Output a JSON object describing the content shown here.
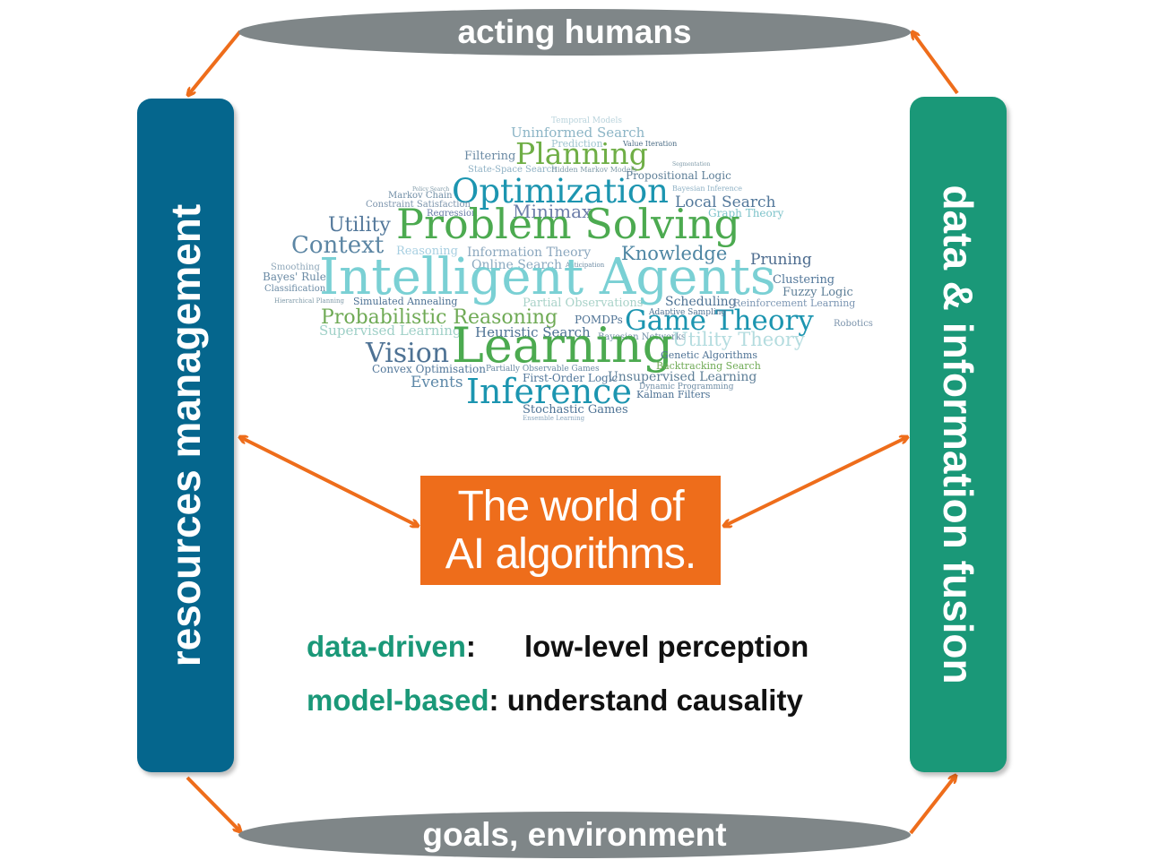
{
  "top": {
    "label": "acting humans"
  },
  "bottom": {
    "label": "goals, environment"
  },
  "left": {
    "label": "resources management"
  },
  "right": {
    "label": "data & information fusion"
  },
  "center": {
    "line1": "The world of",
    "line2": "AI algorithms."
  },
  "approaches": [
    {
      "key": "data-driven",
      "sep": ":",
      "value": "low-level perception"
    },
    {
      "key": "model-based",
      "sep": ":",
      "value": "understand causality"
    }
  ],
  "colors": {
    "ellipse": "#7f8688",
    "left_bar": "#05668d",
    "right_bar": "#1a9878",
    "center_box": "#ee6d1b",
    "arrow": "#ee6d1b",
    "key_text": "#1a9878"
  },
  "wordcloud": [
    "Temporal Models",
    "Uninformed Search",
    "Prediction",
    "Value Iteration",
    "Filtering",
    "Planning",
    "Segmentation",
    "State-Space Search",
    "Hidden Markov Models",
    "Propositional Logic",
    "Policy Search",
    "Optimization",
    "Bayesian Inference",
    "Markov Chain",
    "Local Search",
    "Constraint Satisfaction",
    "Minimax",
    "Regression",
    "Graph Theory",
    "Utility",
    "Problem Solving",
    "Context",
    "Reasoning",
    "Information Theory",
    "Knowledge",
    "Pruning",
    "Smoothing",
    "Online Search",
    "Anticipation",
    "Intelligent Agents",
    "Bayes' Rule",
    "Clustering",
    "Classification",
    "Fuzzy Logic",
    "Simulated Annealing",
    "Partial Observations",
    "Scheduling",
    "Reinforcement Learning",
    "Hierarchical Planning",
    "Probabilistic Reasoning",
    "POMDPs",
    "Game Theory",
    "Adaptive Sampling",
    "Robotics",
    "Supervised Learning",
    "Heuristic Search",
    "Bayesian Networks",
    "Utility Theory",
    "Vision",
    "Learning",
    "Genetic Algorithms",
    "Convex Optimisation",
    "Partially Observable Games",
    "Backtracking Search",
    "Events",
    "First-Order Logic",
    "Unsupervised Learning",
    "Inference",
    "Dynamic Programming",
    "Kalman Filters",
    "Stochastic Games",
    "Ensemble Learning"
  ]
}
